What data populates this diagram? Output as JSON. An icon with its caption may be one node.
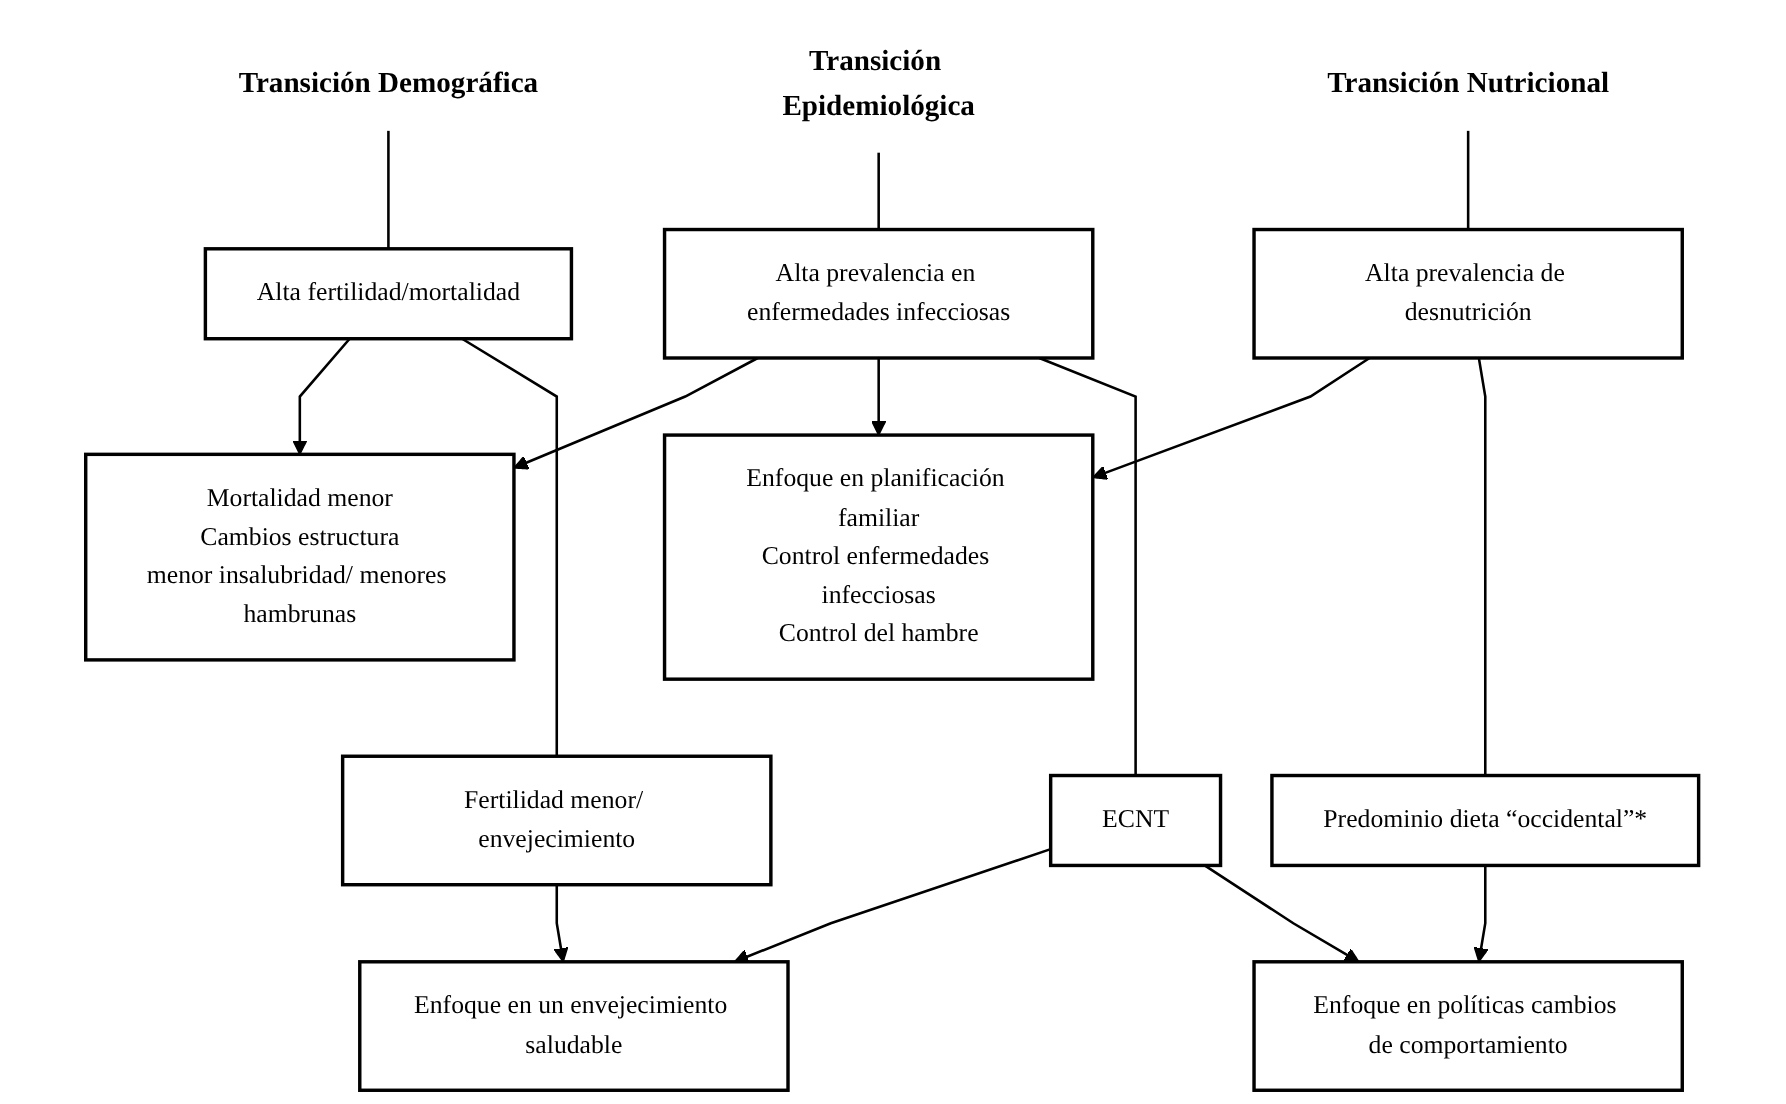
{
  "diagram": {
    "nodes": [
      {
        "text": [
          "Transición Demográfica"
        ]
      },
      {
        "text": [
          "Transición Epidemiológica"
        ]
      },
      {
        "text": [
          "Transición Nutricional"
        ]
      },
      {
        "text": [
          "Alta fertilidad/mortalidad"
        ]
      },
      {
        "text": [
          "Alta prevalencia en enfermedades infecciosas"
        ]
      },
      {
        "text": [
          "Alta prevalencia de desnutrición"
        ]
      },
      {
        "text": [
          "Mortalidad menor",
          "Cambios estructura",
          "menor insalubridad/ menores hambrunas"
        ]
      },
      {
        "text": [
          "Enfoque en planificación familiar",
          "Control enfermedades infecciosas",
          "Control del hambre"
        ]
      },
      {
        "text": [
          "Fertilidad menor/ envejecimiento"
        ]
      },
      {
        "text": [
          "ECNT"
        ]
      },
      {
        "text": [
          "Predominio dieta “occidental”*"
        ]
      },
      {
        "text": [
          "Enfoque en un envejecimiento saludable"
        ]
      },
      {
        "text": [
          "Enfoque en políticas cambios de comportamiento"
        ]
      }
    ],
    "edges": [
      {
        "from": 0,
        "to": 3,
        "arrow": "none"
      },
      {
        "from": 1,
        "to": 4,
        "arrow": "none"
      },
      {
        "from": 2,
        "to": 5,
        "arrow": "none"
      },
      {
        "from": 3,
        "to": 6,
        "arrow": "to"
      },
      {
        "from": 4,
        "to": 6,
        "arrow": "to"
      },
      {
        "from": 4,
        "to": 7,
        "arrow": "to"
      },
      {
        "from": 5,
        "to": 7,
        "arrow": "to"
      },
      {
        "from": 3,
        "to": 8,
        "arrow": "none"
      },
      {
        "from": 4,
        "to": 9,
        "arrow": "none"
      },
      {
        "from": 5,
        "to": 10,
        "arrow": "none"
      },
      {
        "from": 8,
        "to": 11,
        "arrow": "to"
      },
      {
        "from": 9,
        "to": 11,
        "arrow": "to"
      },
      {
        "from": 9,
        "to": 12,
        "arrow": "to"
      },
      {
        "from": 10,
        "to": 12,
        "arrow": "to"
      }
    ]
  }
}
